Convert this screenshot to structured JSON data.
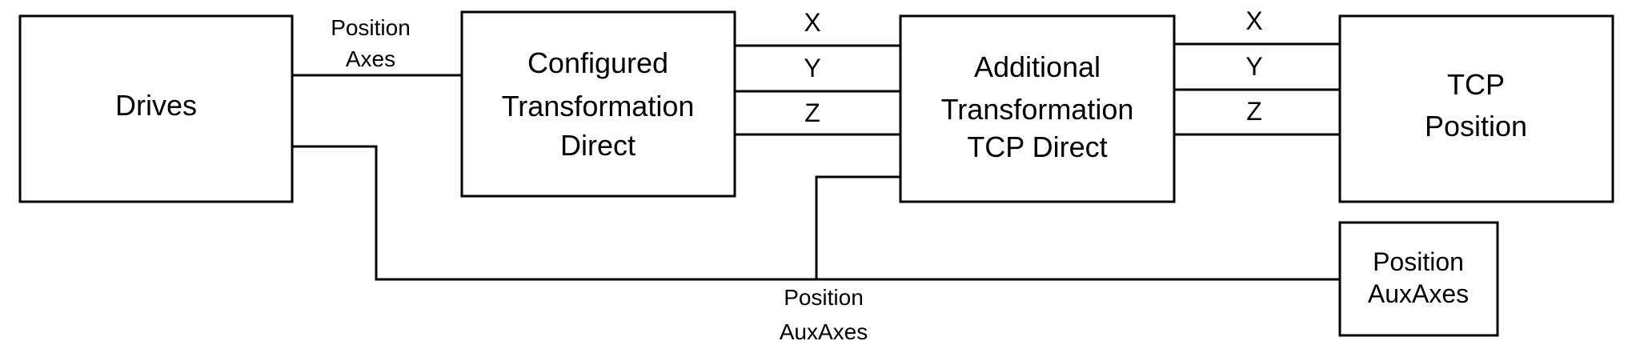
{
  "blocks": {
    "drives": {
      "label": "Drives"
    },
    "configured_transformation": {
      "line1": "Configured",
      "line2": "Transformation",
      "line3": "Direct"
    },
    "additional_transformation": {
      "line1": "Additional",
      "line2": "Transformation",
      "line3": "TCP Direct"
    },
    "tcp_position": {
      "line1": "TCP",
      "line2": "Position"
    },
    "position_auxaxes_box": {
      "line1": "Position",
      "line2": "AuxAxes"
    }
  },
  "connections": {
    "position_axes": {
      "line1": "Position",
      "line2": "Axes"
    },
    "axes_group_1": [
      "X",
      "Y",
      "Z"
    ],
    "axes_group_2": [
      "X",
      "Y",
      "Z"
    ],
    "position_auxaxes": {
      "line1": "Position",
      "line2": "AuxAxes"
    }
  }
}
